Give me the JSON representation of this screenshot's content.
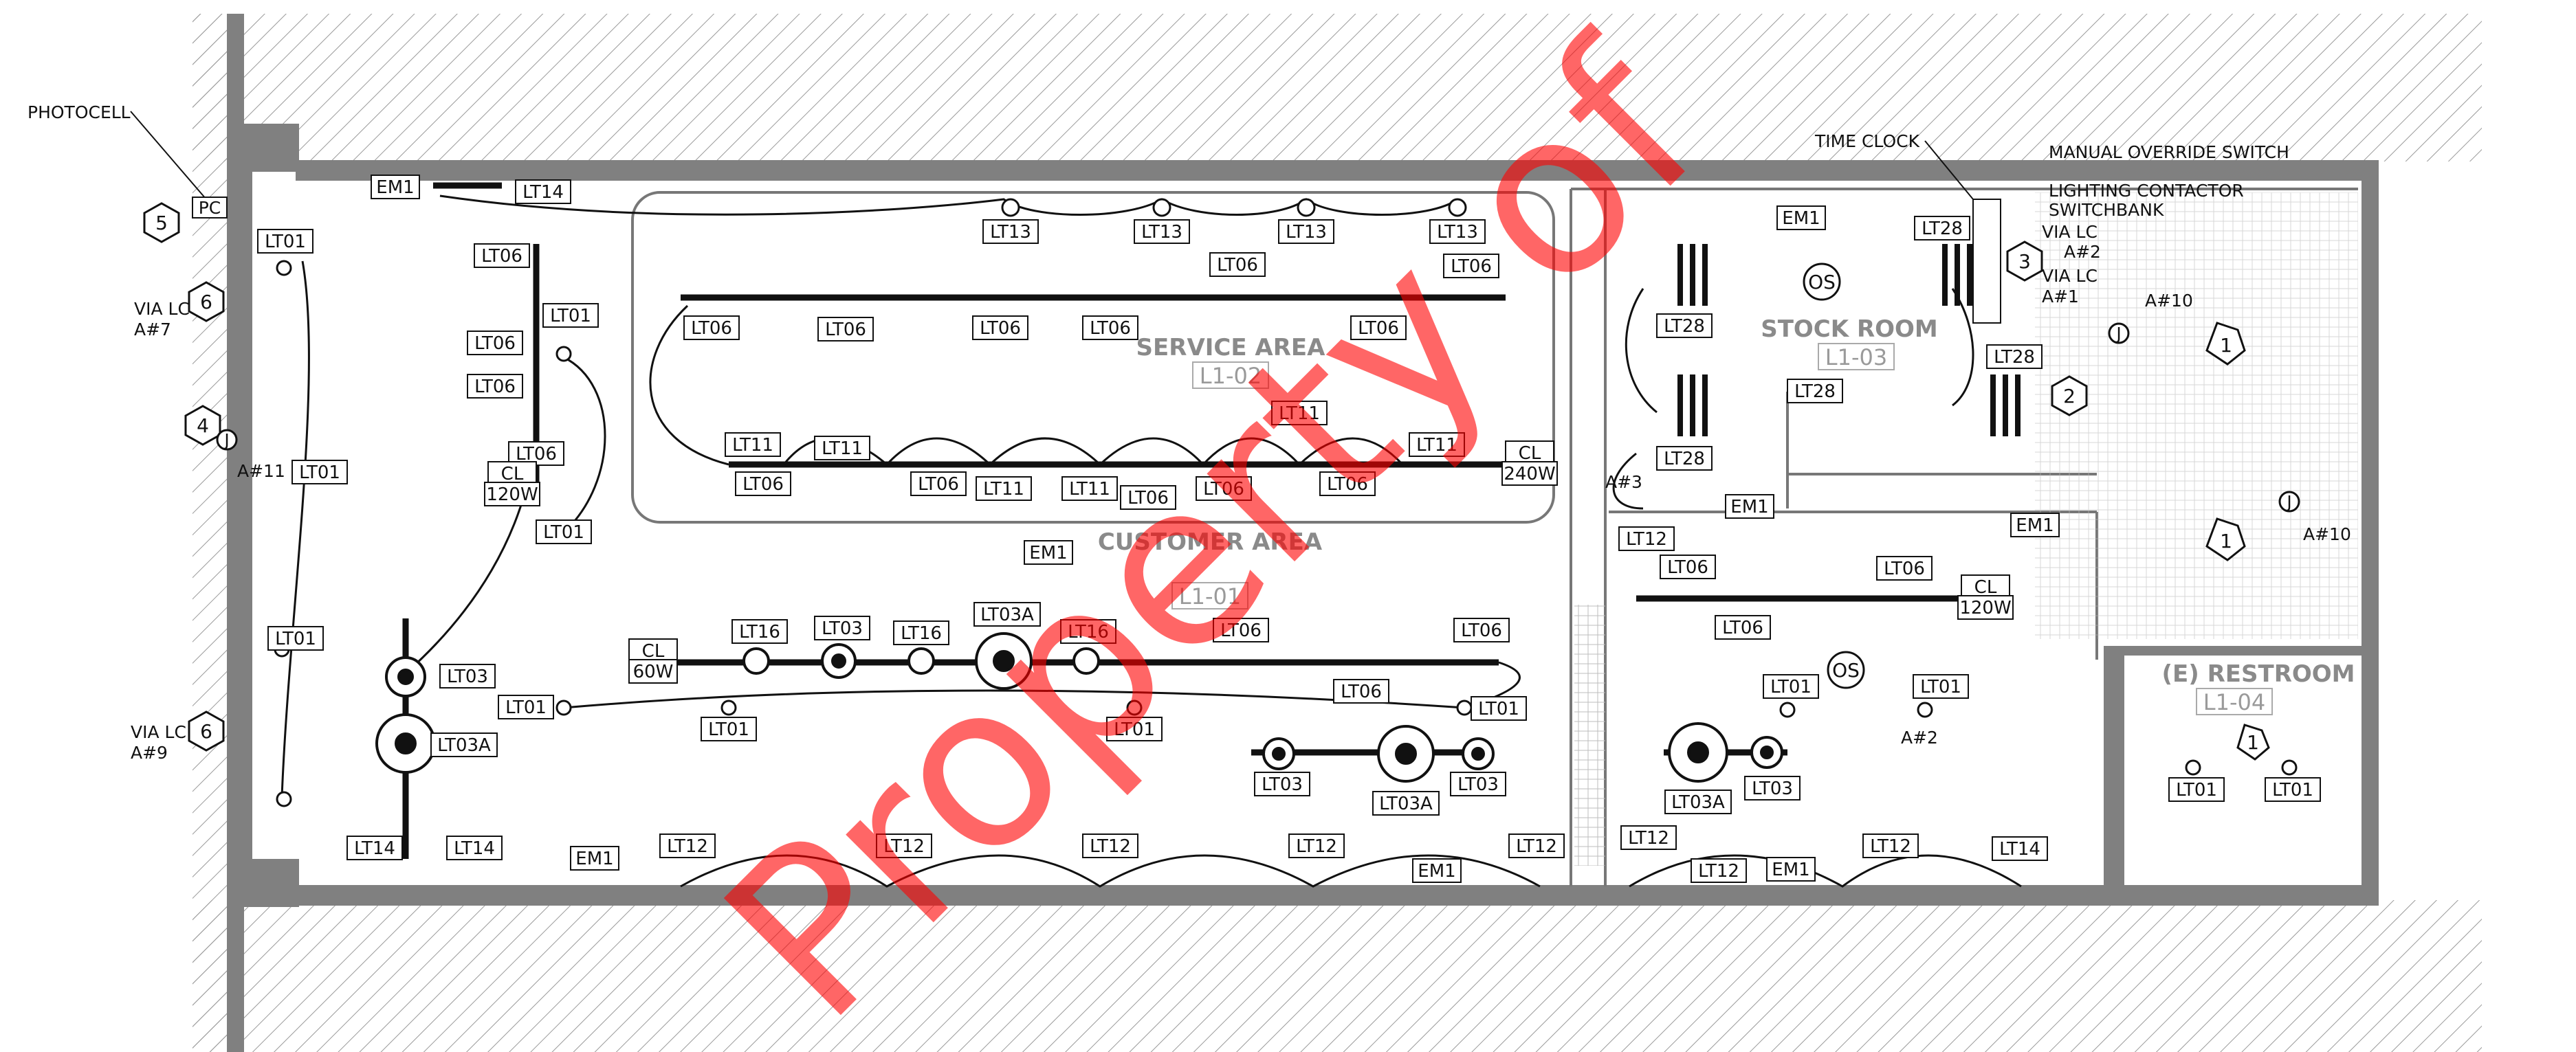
{
  "rooms": [
    {
      "name": "SERVICE AREA",
      "number": "L1-02"
    },
    {
      "name": "CUSTOMER AREA",
      "number": "L1-01"
    },
    {
      "name": "STOCK ROOM",
      "number": "L1-03"
    },
    {
      "name": "(E) RESTROOM",
      "number": "L1-04"
    }
  ],
  "notes": [
    {
      "label": "PHOTOCELL"
    },
    {
      "label": "PC"
    },
    {
      "label": "TIME CLOCK"
    },
    {
      "label": "MANUAL OVERRIDE SWITCH"
    },
    {
      "label": "LIGHTING CONTACTOR"
    },
    {
      "label": "SWITCHBANK"
    },
    {
      "label": "VIA LC"
    },
    {
      "label": "A#2"
    },
    {
      "label": "VIA LC"
    },
    {
      "label": "A#1"
    },
    {
      "label": "A#10"
    },
    {
      "label": "A#10"
    },
    {
      "label": "VIA LC"
    },
    {
      "label": "A#7"
    },
    {
      "label": "A#11"
    },
    {
      "label": "VIA LC"
    },
    {
      "label": "A#9"
    },
    {
      "label": "A#3"
    },
    {
      "label": "A#2"
    }
  ],
  "fixture_tags": [
    "EM1",
    "LT14",
    "LT01",
    "LT06",
    "LT01",
    "LT06",
    "LT06",
    "LT06",
    "CL",
    "120W",
    "LT01",
    "LT01",
    "LT01",
    "LT03",
    "LT03A",
    "LT01",
    "LT14",
    "LT14",
    "EM1",
    "LT13",
    "LT13",
    "LT13",
    "LT13",
    "LT06",
    "LT06",
    "LT06",
    "LT06",
    "LT06",
    "LT06",
    "LT06",
    "LT06",
    "LT11",
    "LT11",
    "LT11",
    "LT11",
    "LT11",
    "LT11",
    "LT06",
    "LT06",
    "LT06",
    "LT06",
    "CL",
    "240W",
    "EM1",
    "CL",
    "60W",
    "LT16",
    "LT03",
    "LT16",
    "LT03A",
    "LT16",
    "LT06",
    "LT06",
    "LT06",
    "LT01",
    "LT01",
    "LT01",
    "LT03",
    "LT03A",
    "LT03",
    "LT12",
    "LT12",
    "LT12",
    "LT12",
    "EM1",
    "LT12",
    "EM1",
    "LT28",
    "LT28",
    "LT28",
    "LT28",
    "LT28",
    "EM1",
    "EM1",
    "LT12",
    "LT06",
    "LT06",
    "LT06",
    "CL",
    "120W",
    "LT01",
    "LT01",
    "LT03A",
    "LT03",
    "LT12",
    "LT12",
    "EM1",
    "LT12",
    "LT14",
    "LT01",
    "LT01"
  ],
  "symbols": [
    {
      "label": "OS"
    },
    {
      "label": "OS"
    },
    {
      "label": "5"
    },
    {
      "label": "6"
    },
    {
      "label": "4"
    },
    {
      "label": "6"
    },
    {
      "label": "3"
    },
    {
      "label": "2"
    },
    {
      "label": "1"
    },
    {
      "label": "1"
    },
    {
      "label": "1"
    },
    {
      "label": "J"
    },
    {
      "label": "J"
    },
    {
      "label": "J"
    }
  ],
  "watermark": "Property of",
  "colors": {
    "watermark": "#ff0000",
    "wall": "#808080",
    "line": "#111111",
    "room_label": "#8a8a8a"
  }
}
